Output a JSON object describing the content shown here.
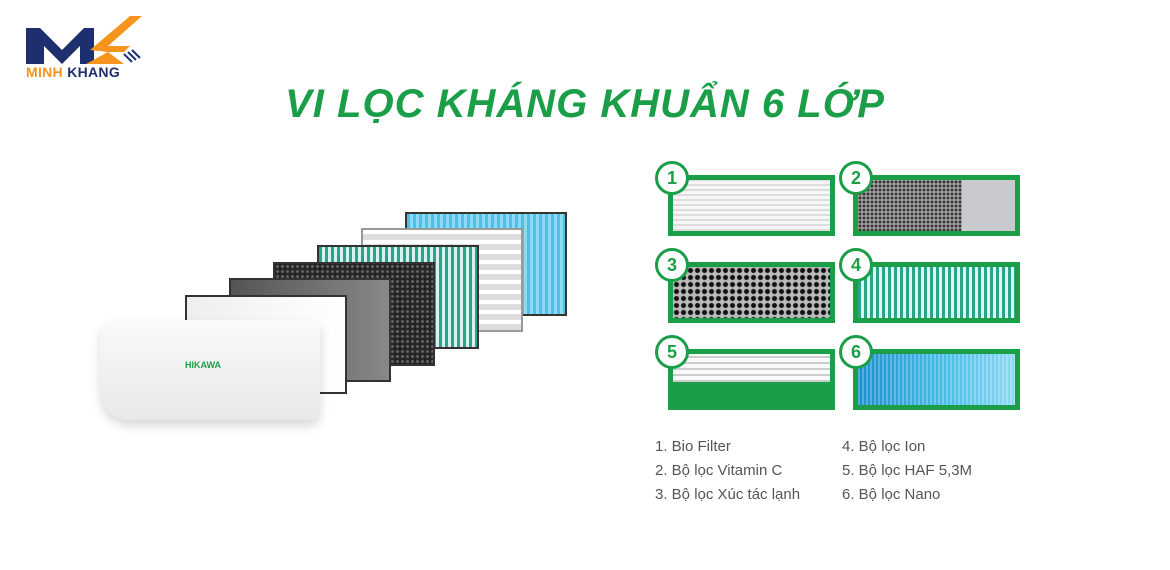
{
  "logo": {
    "brand_a": "MINH",
    "brand_b": "KHANG",
    "colors": {
      "navy": "#1d2f6f",
      "orange": "#f7941d"
    }
  },
  "title": "VI LỌC KHÁNG KHUẨN 6 LỚP",
  "product": {
    "brand": "HIKAWA"
  },
  "filters": [
    {
      "number": "1",
      "icon": "bio-filter-mesh"
    },
    {
      "number": "2",
      "icon": "vitamin-c-filter"
    },
    {
      "number": "3",
      "icon": "cold-catalyst-filter"
    },
    {
      "number": "4",
      "icon": "ion-filter"
    },
    {
      "number": "5",
      "icon": "haf-filter"
    },
    {
      "number": "6",
      "icon": "nano-filter"
    }
  ],
  "legend": {
    "left": [
      "1. Bio Filter",
      "2. Bộ lọc Vitamin C",
      "3. Bộ lọc Xúc tác lạnh"
    ],
    "right": [
      "4. Bộ lọc Ion",
      "5. Bộ lọc HAF 5,3M",
      "6. Bộ lọc Nano"
    ]
  },
  "accent": "#1a9e48"
}
